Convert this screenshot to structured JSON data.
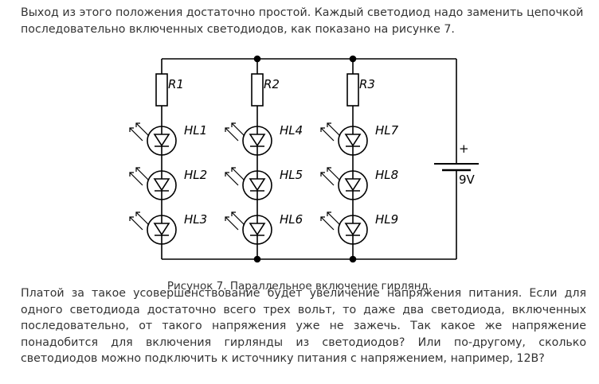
{
  "intro_text": "Выход из этого положения достаточно простой. Каждый светодиод надо заменить цепочкой последовательно включенных светодиодов, как показано на рисунке 7.",
  "figure": {
    "resistors": [
      "R1",
      "R2",
      "R3"
    ],
    "leds": [
      [
        "HL1",
        "HL2",
        "HL3"
      ],
      [
        "HL4",
        "HL5",
        "HL6"
      ],
      [
        "HL7",
        "HL8",
        "HL9"
      ]
    ],
    "battery": {
      "plus": "+",
      "voltage": "9V"
    },
    "caption": "Рисунок 7. Параллельное включение гирлянд."
  },
  "body_text": "Платой за такое усовершенствование будет увеличение напряжения питания. Если для одного светодиода достаточно всего трех вольт, то даже два светодиода, включенных последовательно, от такого напряжения уже не зажечь. Так какое же напряжение понадобится для включения гирлянды из светодиодов? Или по-другому, сколько светодиодов можно подключить к источнику питания с напряжением, например, 12В?"
}
